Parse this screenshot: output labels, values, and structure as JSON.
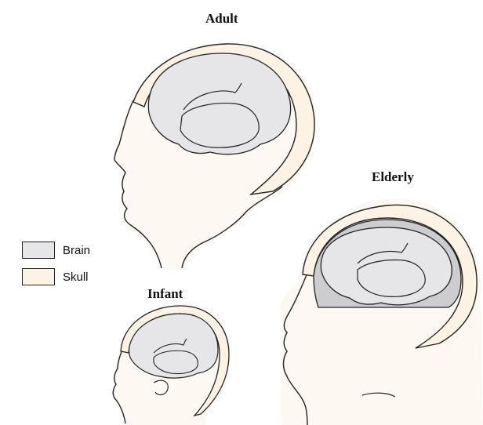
{
  "labels": {
    "adult": "Adult",
    "elderly": "Elderly",
    "infant": "Infant"
  },
  "legend": [
    {
      "label": "Brain",
      "color": "#e6e6e8"
    },
    {
      "label": "Skull",
      "color": "#fdf3e4"
    }
  ],
  "colors": {
    "skin": "#fdf8f2",
    "skull": "#fdf3e4",
    "brain": "#e6e6e8",
    "csf_gap_elderly": "#cdcdcf",
    "outline": "#222222"
  }
}
